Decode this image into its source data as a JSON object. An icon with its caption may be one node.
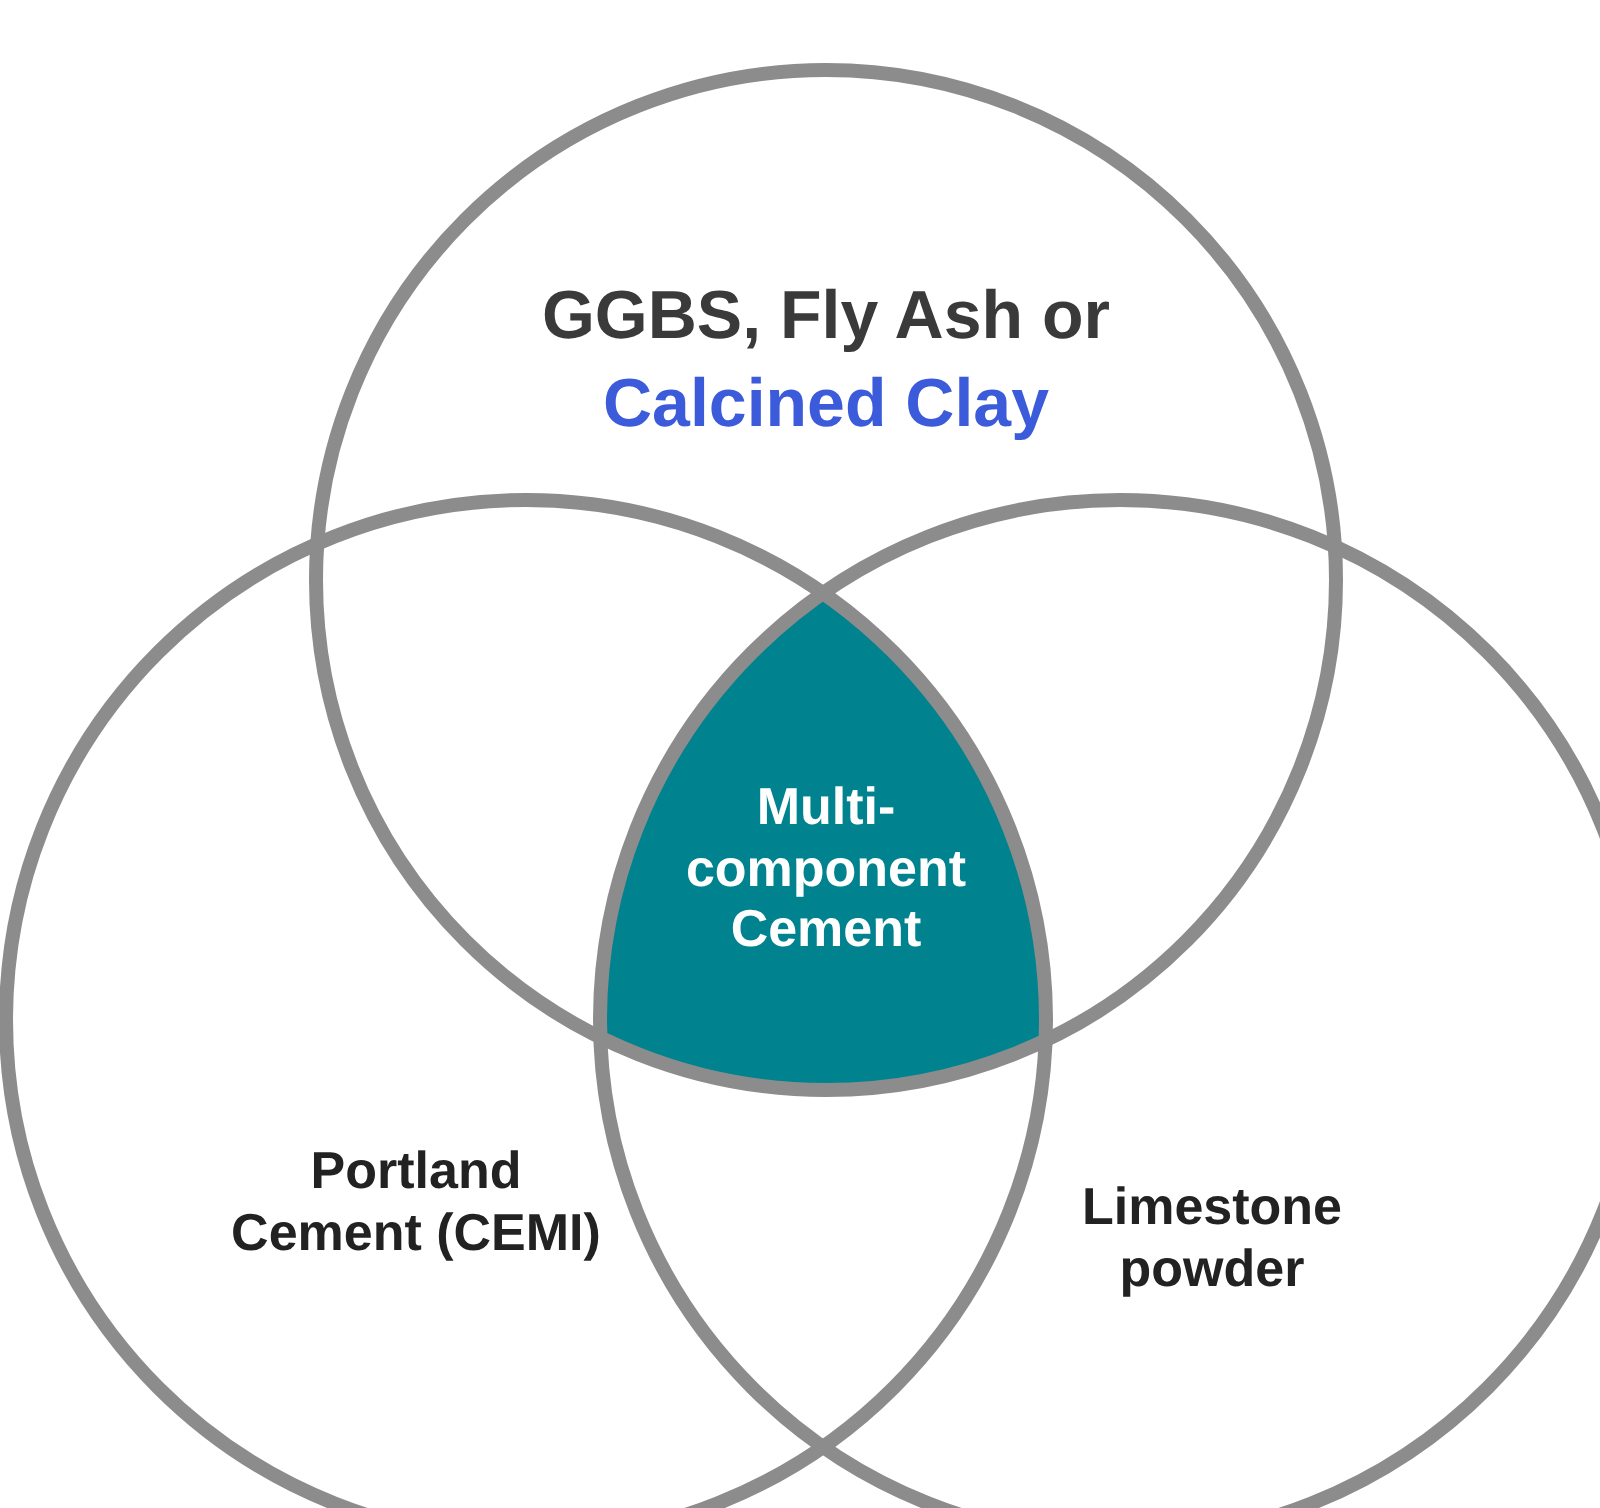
{
  "diagram": {
    "nodes": [
      {
        "text": [
          "GGBS, Fly Ash or",
          "Calcined Clay"
        ]
      },
      {
        "text": [
          "Portland Cement (CEMI)"
        ]
      },
      {
        "text": [
          "Limestone powder"
        ]
      },
      {
        "text": [
          "Multi- component Cement"
        ]
      }
    ]
  }
}
